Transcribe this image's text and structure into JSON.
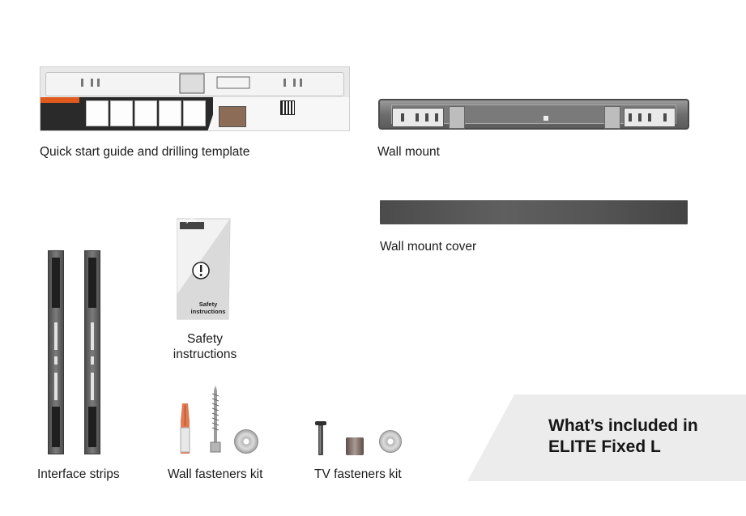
{
  "items": {
    "guide": {
      "label": "Quick start guide and drilling template"
    },
    "wall_mount": {
      "label": "Wall mount"
    },
    "wall_mount_cover": {
      "label": "Wall mount cover"
    },
    "safety": {
      "label_line1": "Safety",
      "label_line2": "instructions",
      "booklet_line1": "Safety",
      "booklet_line2": "instructions",
      "brand": "vogel's"
    },
    "interface_strips": {
      "label": "Interface strips"
    },
    "wall_fasteners": {
      "label": "Wall fasteners kit"
    },
    "tv_fasteners": {
      "label": "TV fasteners kit"
    }
  },
  "promo": {
    "line1": "What’s included in",
    "line2": "ELITE Fixed L"
  },
  "colors": {
    "accent": "#e05a1e",
    "dark_metal": "#4b4b4b",
    "banner": "#ececec"
  }
}
